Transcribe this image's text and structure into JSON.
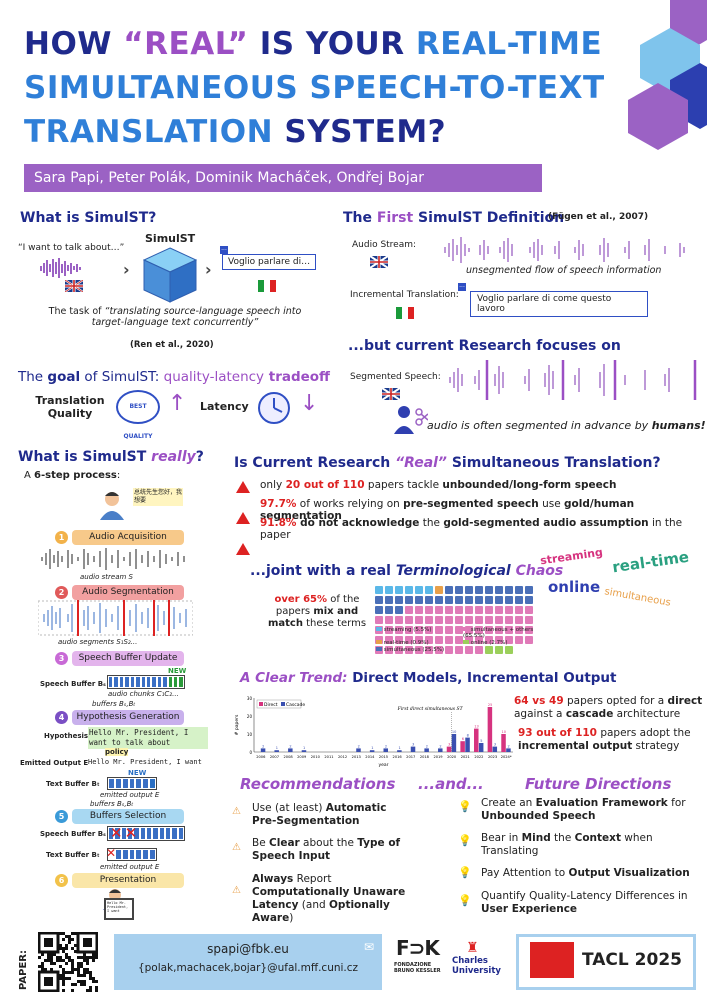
{
  "title": {
    "line1_a": "HOW ",
    "line1_b": "“REAL”",
    "line1_c": " IS YOUR ",
    "line1_d": "REAL-TIME",
    "line2": "SIMULTANEOUS SPEECH-TO-TEXT",
    "line3_a": "TRANSLATION ",
    "line3_b": "SYSTEM?"
  },
  "authors": "Sara Papi, Peter Polák, Dominik Macháček, Ondřej Bojar",
  "what_is": {
    "heading": "What is SimulST?",
    "quote_en": "“I want to talk about…”",
    "box_label": "SimulST",
    "quote_it": "Voglio parlare di…",
    "task_a": "The task of ",
    "task_b": "“translating source-language speech into target-language text concurrently”",
    "cite": "(Ren et al., 2020)"
  },
  "goal": {
    "h_a": "The ",
    "h_b": "goal",
    "h_c": " of SimulST: ",
    "h_d": "quality-latency",
    "h_e": " tradeoff",
    "quality": "Translation Quality",
    "badge": "BEST QUALITY",
    "latency": "Latency"
  },
  "first_def": {
    "h_a": "The ",
    "h_b": "First",
    "h_c": " SimulST Definition",
    "cite": "(Fügen et al., 2007)",
    "audio_label": "Audio Stream:",
    "unseg": "unsegmented flow of speech information",
    "incr_label": "Incremental Translation:",
    "incr_text": "Voglio parlare di come questo lavoro"
  },
  "current": {
    "heading": "...but current Research focuses on",
    "seg_label": "Segmented Speech:",
    "note_a": "audio is often segmented in advance by ",
    "note_b": "humans!"
  },
  "really": {
    "h_a": "What is SimulST ",
    "h_b": "really",
    "h_c": "?",
    "intro_a": "A ",
    "intro_b": "6-step process",
    "intro_c": ":",
    "speech_cn": "总统先生您好，我想要",
    "steps": [
      "Audio Acquisition",
      "Audio Segmentation",
      "Speech Buffer Update",
      "Hypothesis Generation",
      "Buffers Selection",
      "Presentation"
    ],
    "step_nums": [
      "1",
      "2",
      "3",
      "4",
      "5",
      "6"
    ],
    "audio_stream": "audio stream S",
    "audio_segments": "audio segments S₁S₂...",
    "new1": "NEW",
    "speech_buffer": "Speech Buffer Bₛ",
    "audio_chunks": "audio chunks C₁C₂...",
    "buffers1": "buffers Bₛ,Bₜ",
    "hypothesis": "Hypothesis H",
    "hyp_text": "Hello Mr. President, I want to talk about",
    "policy": "policy",
    "emitted_label": "Emitted Output E",
    "emitted_text": "Hello Mr. President, I want",
    "new2": "NEW",
    "text_buffer": "Text Buffer Bₜ",
    "emitted_output": "emitted output E",
    "buffers2": "buffers Bₛ,Bₜ",
    "speech_buffer2": "Speech Buffer Bₛ",
    "text_buffer2": "Text Buffer Bₜ",
    "emitted_output2": "emitted output E",
    "screen_text": "Hello Mr. President, I want"
  },
  "is_real": {
    "h_a": "Is Current Research ",
    "h_b": "“Real”",
    "h_c": " Simultaneous Translation?",
    "b1_a": "only ",
    "b1_b": "20 out of 110",
    "b1_c": " papers tackle ",
    "b1_d": "unbounded/long-form speech",
    "b2_a": "97.7%",
    "b2_b": " of works relying on ",
    "b2_c": "pre-segmented speech",
    "b2_d": " use ",
    "b2_e": "gold/human segmentation",
    "b3_a": "91.8%",
    "b3_b": " do not acknowledge",
    "b3_c": " the ",
    "b3_d": "gold-segmented audio assumption",
    "b3_e": " in the paper"
  },
  "chaos": {
    "h_a": "...joint with a real ",
    "h_b": "Terminological",
    "h_c": " Chaos",
    "note_a": "over 65%",
    "note_b": " of the papers ",
    "note_c": "mix and match",
    "note_d": " these terms",
    "words": [
      "streaming",
      "online",
      "real-time",
      "simultaneous"
    ],
    "legend": [
      "streaming (5.5%)",
      "simultaneous + others (65.5%)",
      "real-time (0.9%)",
      "online (2.7%)",
      "simultaneous (25.5%)"
    ],
    "colors": {
      "streaming": "#5bb8e8",
      "real_time": "#e8a04a",
      "simultaneous": "#4a6fb8",
      "mixed": "#e07ab8",
      "online": "#9bcf5b"
    }
  },
  "trend": {
    "h_a": "A Clear Trend:",
    "h_b": " Direct Models, Incremental Output",
    "r1_a": "64 vs 49",
    "r1_b": " papers opted for a ",
    "r1_c": "direct",
    "r1_d": " against a ",
    "r1_e": "cascade",
    "r1_f": " architecture",
    "r2_a": "93 out of 110",
    "r2_b": " papers adopt the ",
    "r2_c": "incremental output",
    "r2_d": " strategy"
  },
  "chart_data": {
    "type": "bar",
    "title": "",
    "annotation": "First direct simultaneous ST",
    "xlabel": "year",
    "ylabel": "# papers",
    "legend": [
      "Direct",
      "Cascade"
    ],
    "categories": [
      "2006",
      "2007",
      "2008",
      "2009",
      "2010",
      "2011",
      "2012",
      "2013",
      "2014",
      "2015",
      "2016",
      "2017",
      "2018",
      "2019",
      "2020",
      "2021",
      "2022",
      "2023",
      "2024*"
    ],
    "series": [
      {
        "name": "Direct",
        "values": [
          0,
          0,
          0,
          0,
          0,
          0,
          0,
          0,
          0,
          0,
          0,
          0,
          0,
          0,
          3,
          6,
          13,
          25,
          10
        ]
      },
      {
        "name": "Cascade",
        "values": [
          2,
          1,
          2,
          1,
          0,
          0,
          0,
          2,
          1,
          2,
          1,
          3,
          2,
          2,
          10,
          8,
          5,
          3,
          2
        ]
      }
    ],
    "ylim": [
      0,
      30
    ],
    "colors": {
      "Direct": "#d6337f",
      "Cascade": "#3a4fb0"
    }
  },
  "recs": {
    "heading": "Recommendations",
    "items": [
      {
        "a": "Use (at least) ",
        "b": "Automatic Pre-Segmentation"
      },
      {
        "a": "Be ",
        "b": "Clear",
        "c": " about the ",
        "d": "Type of Speech Input"
      },
      {
        "a": "Always",
        "b": " Report ",
        "c": "Computationally Unaware Latency",
        "d": " (and ",
        "e": "Optionally Aware",
        "f": ")"
      }
    ]
  },
  "and": "...and...",
  "future": {
    "heading": "Future Directions",
    "items": [
      {
        "a": "Create an ",
        "b": "Evaluation Framework",
        "c": " for ",
        "d": "Unbounded Speech"
      },
      {
        "a": "Bear in ",
        "b": "Mind",
        "c": " the ",
        "d": "Context",
        "e": " when Translating"
      },
      {
        "a": "Pay Attention to ",
        "b": "Output Visualization"
      },
      {
        "a": "Quantify Quality-Latency Differences in ",
        "b": "User Experience"
      }
    ]
  },
  "footer": {
    "paper": "PAPER:",
    "email1": "spapi@fbk.eu",
    "email2": "{polak,machacek,bojar}@ufal.mff.cuni.cz",
    "fbk": "FONDAZIONE BRUNO KESSLER",
    "charles": "Charles University",
    "tacl": "TACL 2025"
  }
}
